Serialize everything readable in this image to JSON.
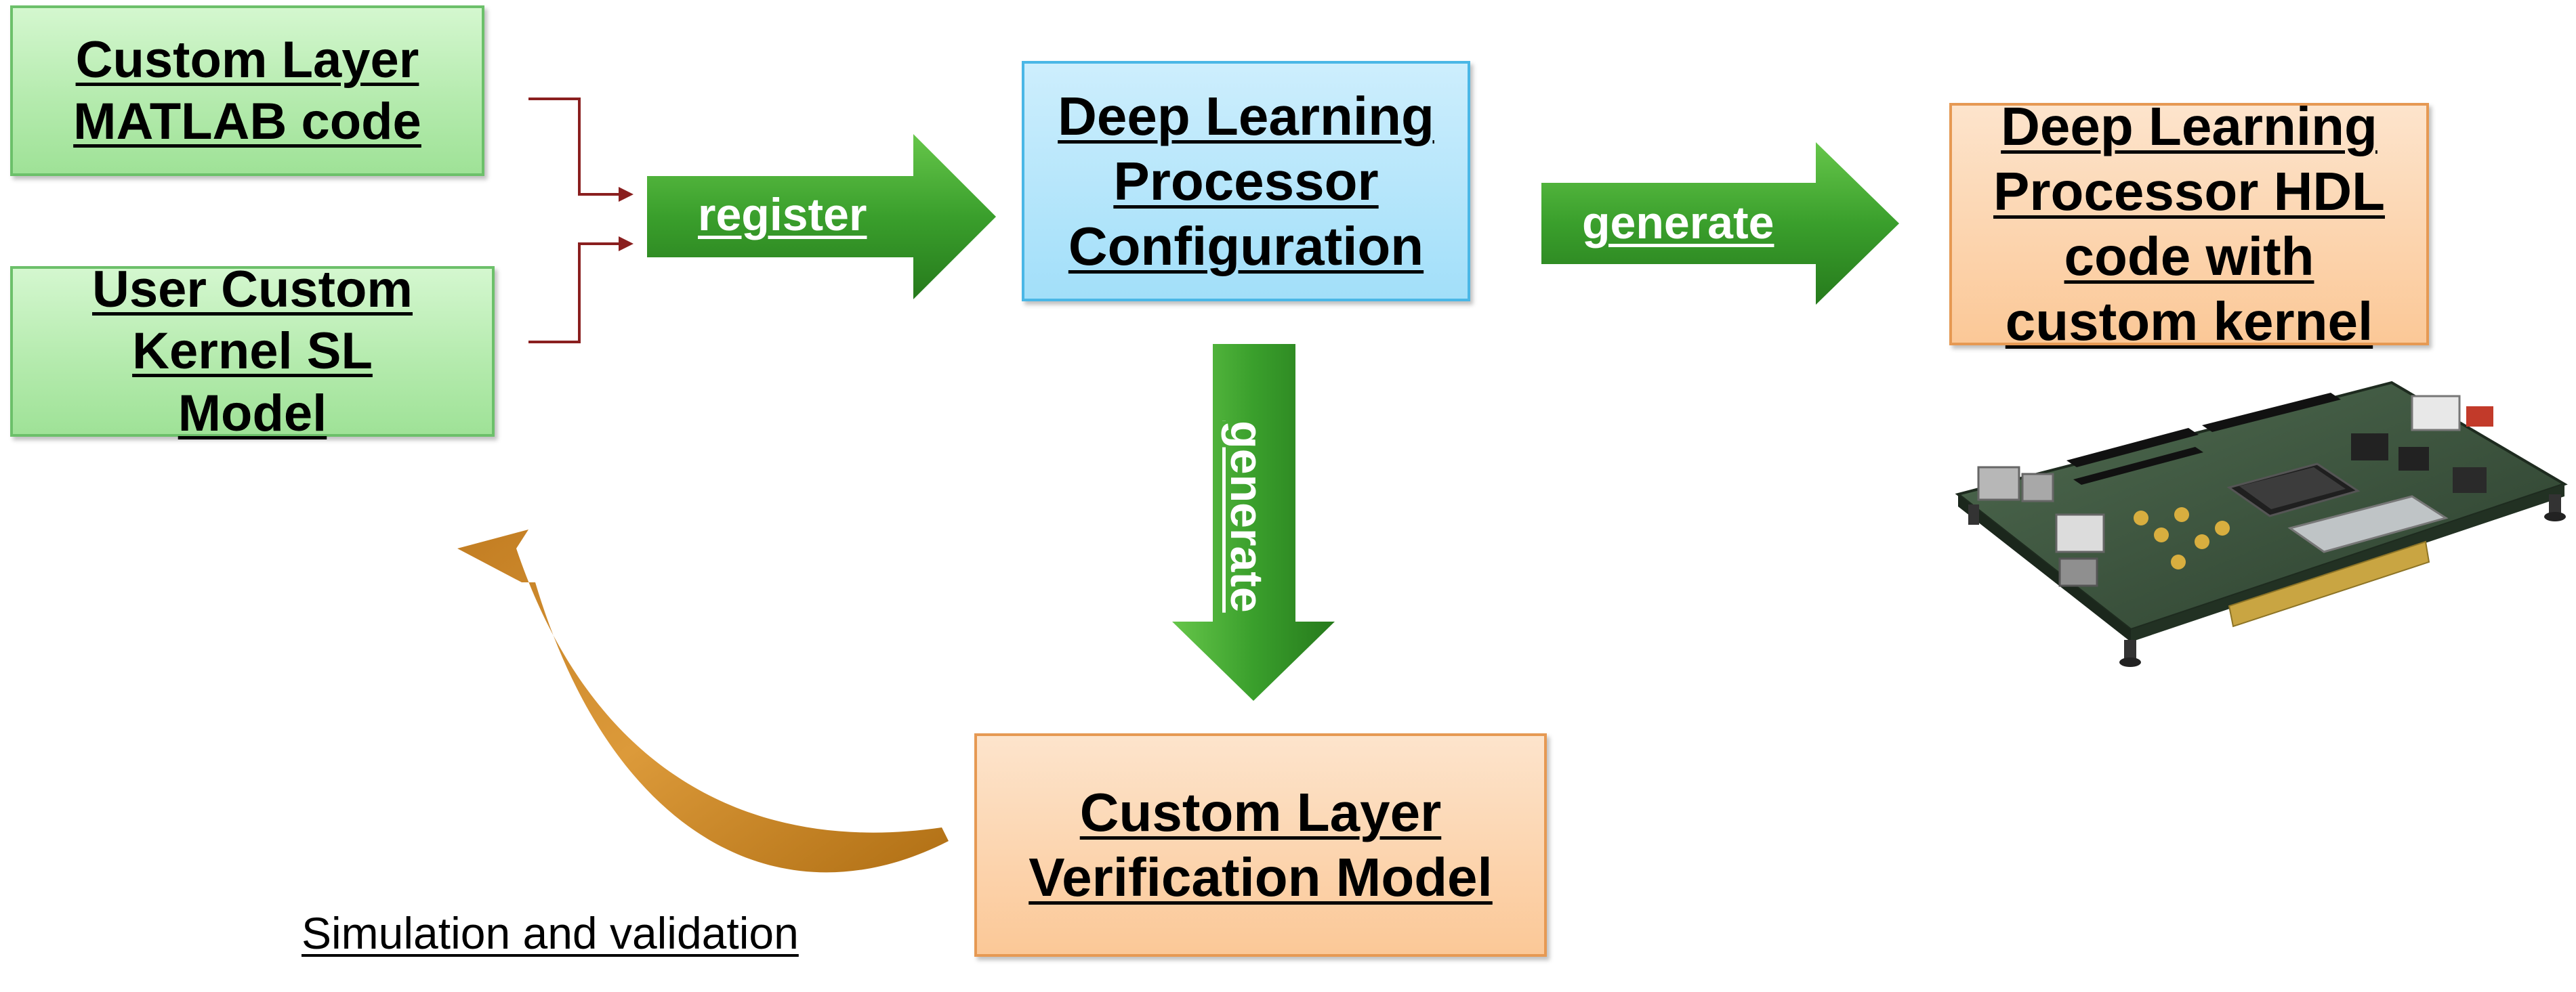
{
  "nodes": {
    "custom_layer_code": "Custom Layer MATLAB code",
    "user_custom_kernel": "User Custom Kernel SL Model",
    "dl_processor_config": "Deep Learning Processor Configuration",
    "dl_processor_hdl": "Deep Learning Processor HDL code with custom kernel",
    "verification_model": "Custom Layer Verification Model"
  },
  "edges": {
    "register": "register",
    "generate_hdl": "generate",
    "generate_verification": "generate",
    "feedback": "Simulation and validation"
  },
  "icons": {
    "fpga_board": "fpga-board-icon"
  },
  "colors": {
    "arrow_green": "#3a9f2c",
    "feedback_orange": "#cf8a2c",
    "connector_red": "#8a1f1f"
  }
}
